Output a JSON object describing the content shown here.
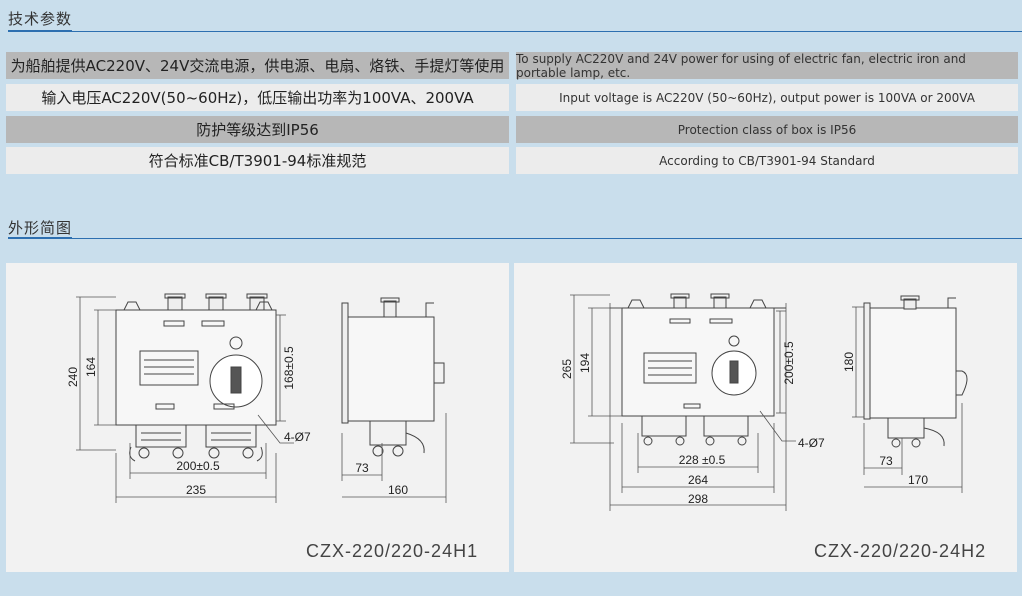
{
  "sections": {
    "tech_params": "技术参数",
    "outline": "外形简图"
  },
  "specs": [
    {
      "zh": "为船舶提供AC220V、24V交流电源，供电源、电扇、烙铁、手提灯等使用",
      "en": "To supply AC220V and 24V power for using of electric fan, electric iron and portable lamp, etc."
    },
    {
      "zh": "输入电压AC220V(50~60Hz)，低压输出功率为100VA、200VA",
      "en": "Input voltage is AC220V (50~60Hz), output power is 100VA or 200VA"
    },
    {
      "zh": "防护等级达到IP56",
      "en": "Protection class of box is IP56"
    },
    {
      "zh": "符合标准CB/T3901-94标准规范",
      "en": "According to CB/T3901-94 Standard"
    }
  ],
  "drawings": [
    {
      "model": "CZX-220/220-24H1",
      "dims": {
        "outer_h": "240",
        "inner_h": "164",
        "mount_h": "168±0.5",
        "hole": "4-Ø7",
        "mount_w": "200±0.5",
        "outer_w": "235",
        "side_offset": "73",
        "side_w": "160"
      }
    },
    {
      "model": "CZX-220/220-24H2",
      "dims": {
        "outer_h": "265",
        "inner_h": "194",
        "mount_h": "200±0.5",
        "hole": "4-Ø7",
        "mount_w": "228 ±0.5",
        "outer_w": "264",
        "overall_w": "298",
        "side_h": "180",
        "side_offset": "73",
        "side_w": "170"
      }
    }
  ]
}
